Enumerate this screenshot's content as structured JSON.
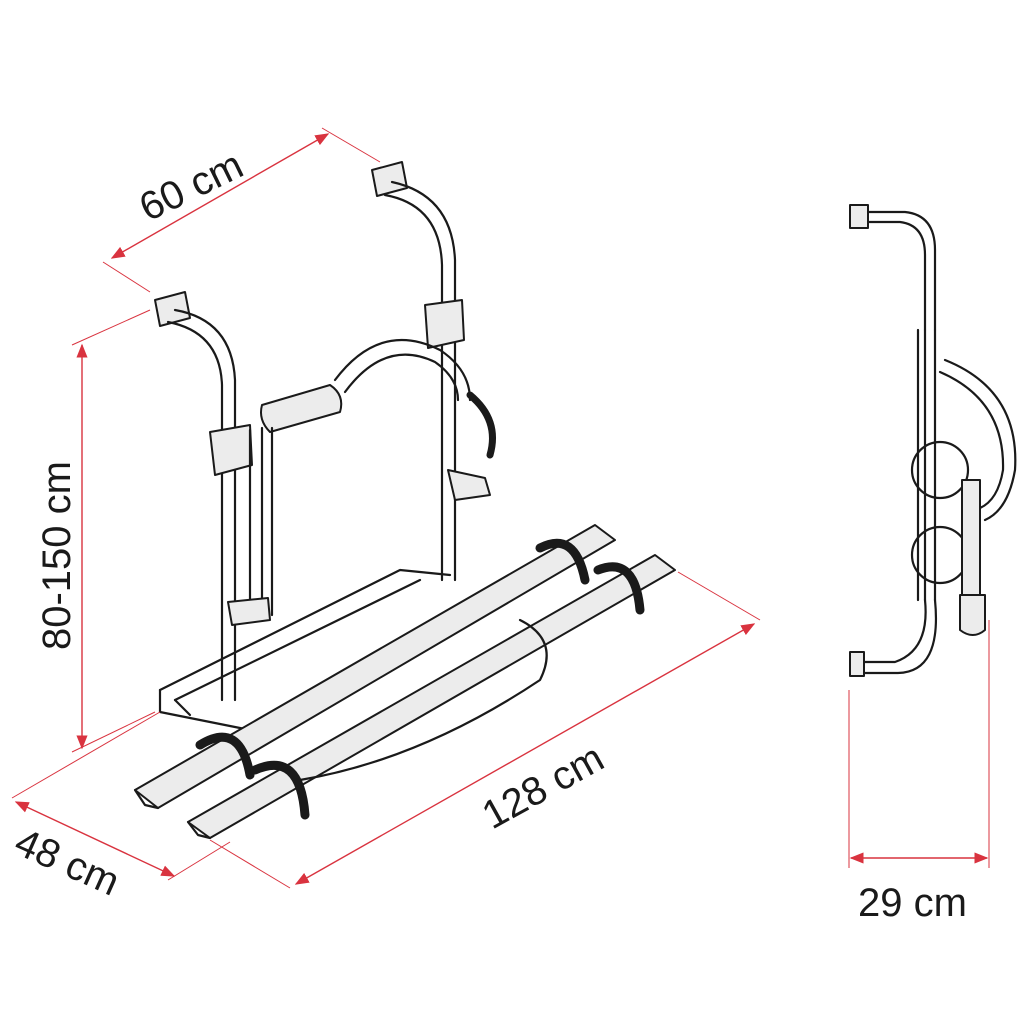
{
  "title": "Bike carrier dimensions",
  "colors": {
    "dimension_line": "#d9333f",
    "outline": "#1a1a1a",
    "fill": "#ececec"
  },
  "dimensions": {
    "width_top": "60 cm",
    "height_range": "80-150 cm",
    "depth": "48 cm",
    "length": "128 cm",
    "side_depth": "29 cm"
  }
}
